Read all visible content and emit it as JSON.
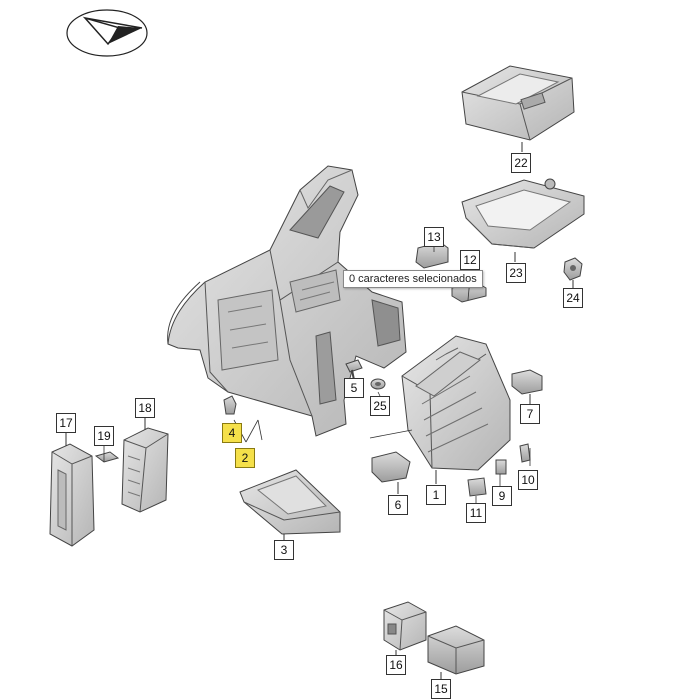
{
  "tooltip": {
    "text": "0 caracteres selecionados"
  },
  "callouts": {
    "c1": "1",
    "c2": "2",
    "c3": "3",
    "c4": "4",
    "c5": "5",
    "c6": "6",
    "c7": "7",
    "c9": "9",
    "c10": "10",
    "c11": "11",
    "c12": "12",
    "c13": "13",
    "c15": "15",
    "c16": "16",
    "c17": "17",
    "c18": "18",
    "c19": "19",
    "c22": "22",
    "c23": "23",
    "c24": "24",
    "c25": "25"
  },
  "colors": {
    "highlight": "#f5e04a",
    "line": "#333333",
    "part_fill": "#d2d2d2",
    "part_dark": "#a8a8a8"
  },
  "icons": {
    "logo": "compass-arrow-logo"
  }
}
